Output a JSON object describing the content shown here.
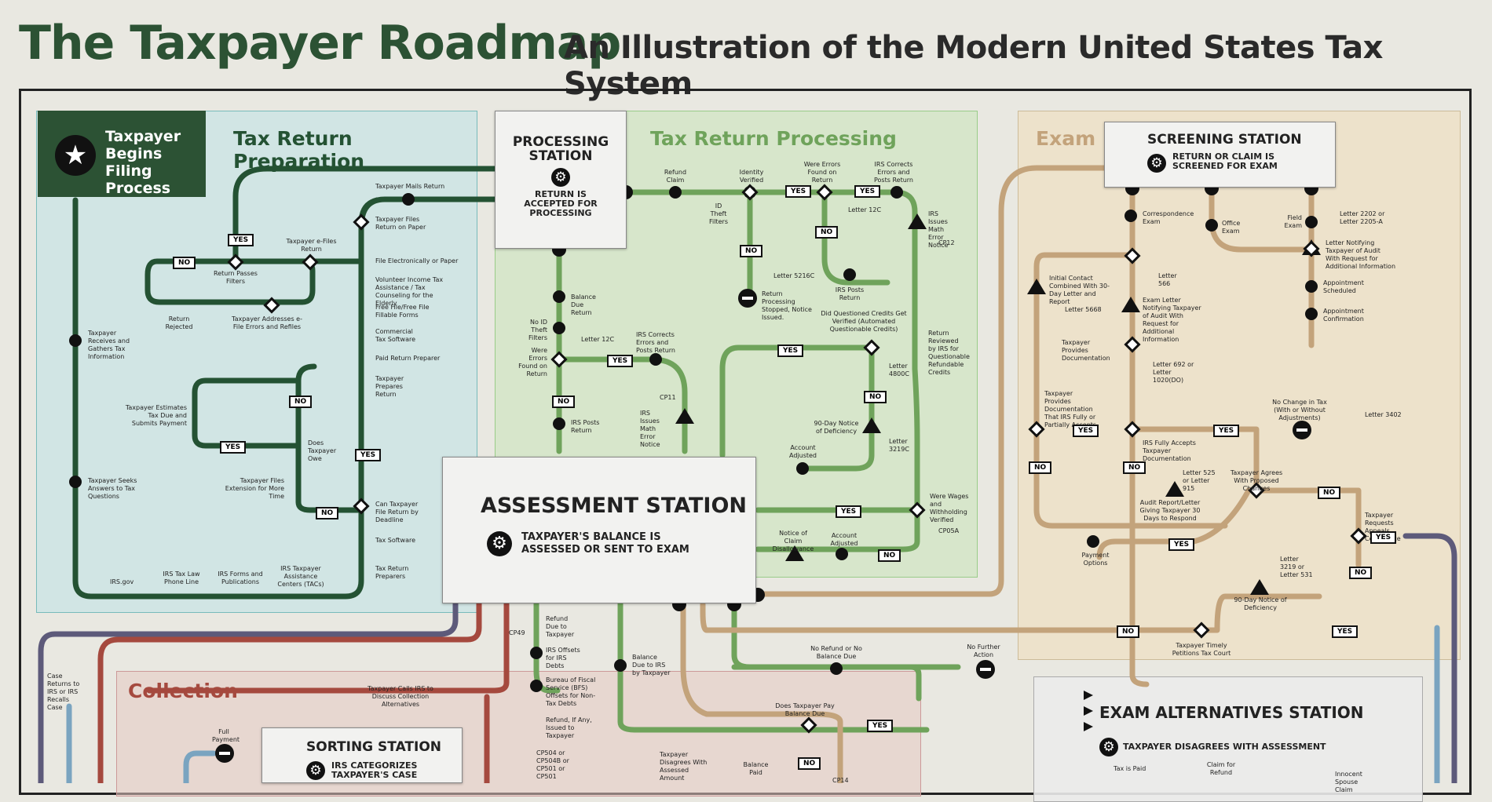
{
  "header": {
    "title": "The Taxpayer Roadmap",
    "subtitle": "An Illustration of the Modern United States Tax System"
  },
  "start": {
    "label": "Taxpayer Begins Filing Process"
  },
  "regions": {
    "prep": "Tax Return Preparation",
    "proc": "Tax Return Processing",
    "exam": "Exam",
    "collection": "Collection"
  },
  "stations": {
    "processing": {
      "title": "PROCESSING STATION",
      "desc": "RETURN IS ACCEPTED FOR PROCESSING"
    },
    "assessment": {
      "title": "ASSESSMENT STATION",
      "desc": "TAXPAYER'S BALANCE IS ASSESSED OR SENT TO EXAM"
    },
    "screening": {
      "title": "SCREENING STATION",
      "desc": "RETURN OR CLAIM IS SCREENED FOR EXAM"
    },
    "sorting": {
      "title": "SORTING STATION",
      "desc": "IRS CATEGORIZES TAXPAYER'S CASE"
    },
    "examalt": {
      "title": "EXAM ALTERNATIVES STATION",
      "desc": "TAXPAYER DISAGREES WITH ASSESSMENT"
    }
  },
  "prep_labels": [
    "Taxpayer Mails Return",
    "Taxpayer Files Return on Paper",
    "Taxpayer e-Files Return",
    "File Electronically or Paper",
    "Return Passes Filters",
    "Return Rejected",
    "Taxpayer Addresses e-File Errors and Refiles",
    "Volunteer Income Tax Assistance / Tax Counseling for the Elderly",
    "Free File/Free File Fillable Forms",
    "Commercial Tax Software",
    "Paid Return Preparer",
    "Taxpayer Receives and Gathers Tax Information",
    "Taxpayer Prepares Return",
    "Taxpayer Estimates Tax Due and Submits Payment",
    "Does Taxpayer Owe",
    "Taxpayer Files Extension for More Time",
    "Taxpayer Seeks Answers to Tax Questions",
    "Can Taxpayer File Return by Deadline",
    "Tax Software",
    "Tax Return Preparers",
    "IRS.gov",
    "IRS Tax Law Phone Line",
    "IRS Forms and Publications",
    "IRS Taxpayer Assistance Centers (TACs)"
  ],
  "proc_labels": [
    "Refund Claim",
    "Identity Verified",
    "ID Theft Filters",
    "Were Errors Found on Return",
    "IRS Corrects Errors and Posts Return",
    "Letter 12C",
    "IRS Issues Math Error Notice",
    "CP12",
    "Letter 5216C",
    "Return Processing Stopped, Notice Issued.",
    "IRS Posts Return",
    "Balance Due Return",
    "No ID Theft Filters",
    "Were Errors Found on Return",
    "Letter 12C",
    "IRS Corrects Errors and Posts Return",
    "CP11",
    "IRS Issues Math Error Notice",
    "IRS Posts Return",
    "Did Questioned Credits Get Verified (Automated Questionable Credits)",
    "Return Reviewed by IRS for Questionable Refundable Credits",
    "Letter 4800C",
    "90-Day Notice of Deficiency",
    "Letter 3219C",
    "Account Adjusted",
    "Were Wages and Withholding Verified",
    "CP05A",
    "Notice of Claim Disallowance",
    "Account Adjusted"
  ],
  "exam_labels": [
    "Correspondence Exam",
    "Office Exam",
    "Field Exam",
    "Letter 2202 or Letter 2205-A",
    "Letter Notifying Taxpayer of Audit With Request for Additional Information",
    "Letter 566",
    "Initial Contact Combined With 30-Day Letter and Report",
    "Letter 5668",
    "Exam Letter Notifying Taxpayer of Audit With Request for Additional Information",
    "Appointment Scheduled",
    "Appointment Confirmation",
    "Taxpayer Provides Documentation",
    "Letter 692 or Letter 1020(DO)",
    "Taxpayer Provides Documentation That IRS Fully or Partially Accepts",
    "No Change in Tax (With or Without Adjustments)",
    "Letter 3402",
    "IRS Fully Accepts Taxpayer Documentation",
    "Letter 525 or Letter 915",
    "Taxpayer Agrees With Proposed Changes",
    "Audit Report/Letter Giving Taxpayer 30 Days to Respond",
    "Taxpayer Requests Appeals Conference",
    "Payment Options",
    "Letter 3219 or Letter 531",
    "90-Day Notice of Deficiency",
    "Taxpayer Timely Petitions Tax Court"
  ],
  "lower_labels": [
    "Refund Due to Taxpayer",
    "CP49",
    "IRS Offsets for IRS Debts",
    "Bureau of Fiscal Service (BFS) Offsets for Non-Tax Debts",
    "Balance Due to IRS by Taxpayer",
    "Refund, If Any, Issued to Taxpayer",
    "No Refund or No Balance Due",
    "No Further Action",
    "Does Taxpayer Pay Balance Due",
    "Case Returns to IRS or IRS Recalls Case",
    "Taxpayer Calls IRS to Discuss Collection Alternatives",
    "Full Payment",
    "CP504 or CP504B or CP501 or CP501",
    "Taxpayer Disagrees With Assessed Amount",
    "Balance Paid",
    "CP14",
    "Tax is Paid",
    "Claim for Refund",
    "Innocent Spouse Claim"
  ],
  "badges": {
    "yes": "YES",
    "no": "NO"
  },
  "colors": {
    "prep_line": "#245233",
    "proc_line": "#6fa35b",
    "exam_line": "#c3a37b",
    "collection_line": "#a5493e",
    "purple_line": "#5d5a7a",
    "blue_line": "#7aa4c0"
  }
}
